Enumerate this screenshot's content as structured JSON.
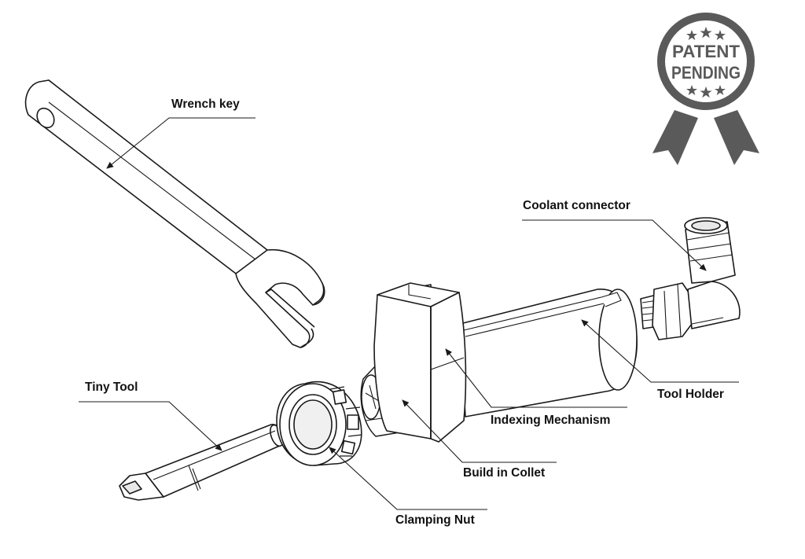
{
  "badge": {
    "line1": "PATENT",
    "line2": "PENDING",
    "color": "#5a5a5a"
  },
  "labels": {
    "wrench_key": "Wrench key",
    "coolant_connector": "Coolant connector",
    "tiny_tool": "Tiny Tool",
    "tool_holder": "Tool Holder",
    "indexing_mechanism": "Indexing Mechanism",
    "build_in_collet": "Build in Collet",
    "clamping_nut": "Clamping Nut"
  },
  "colors": {
    "line": "#1a1a1a",
    "background": "#ffffff"
  }
}
